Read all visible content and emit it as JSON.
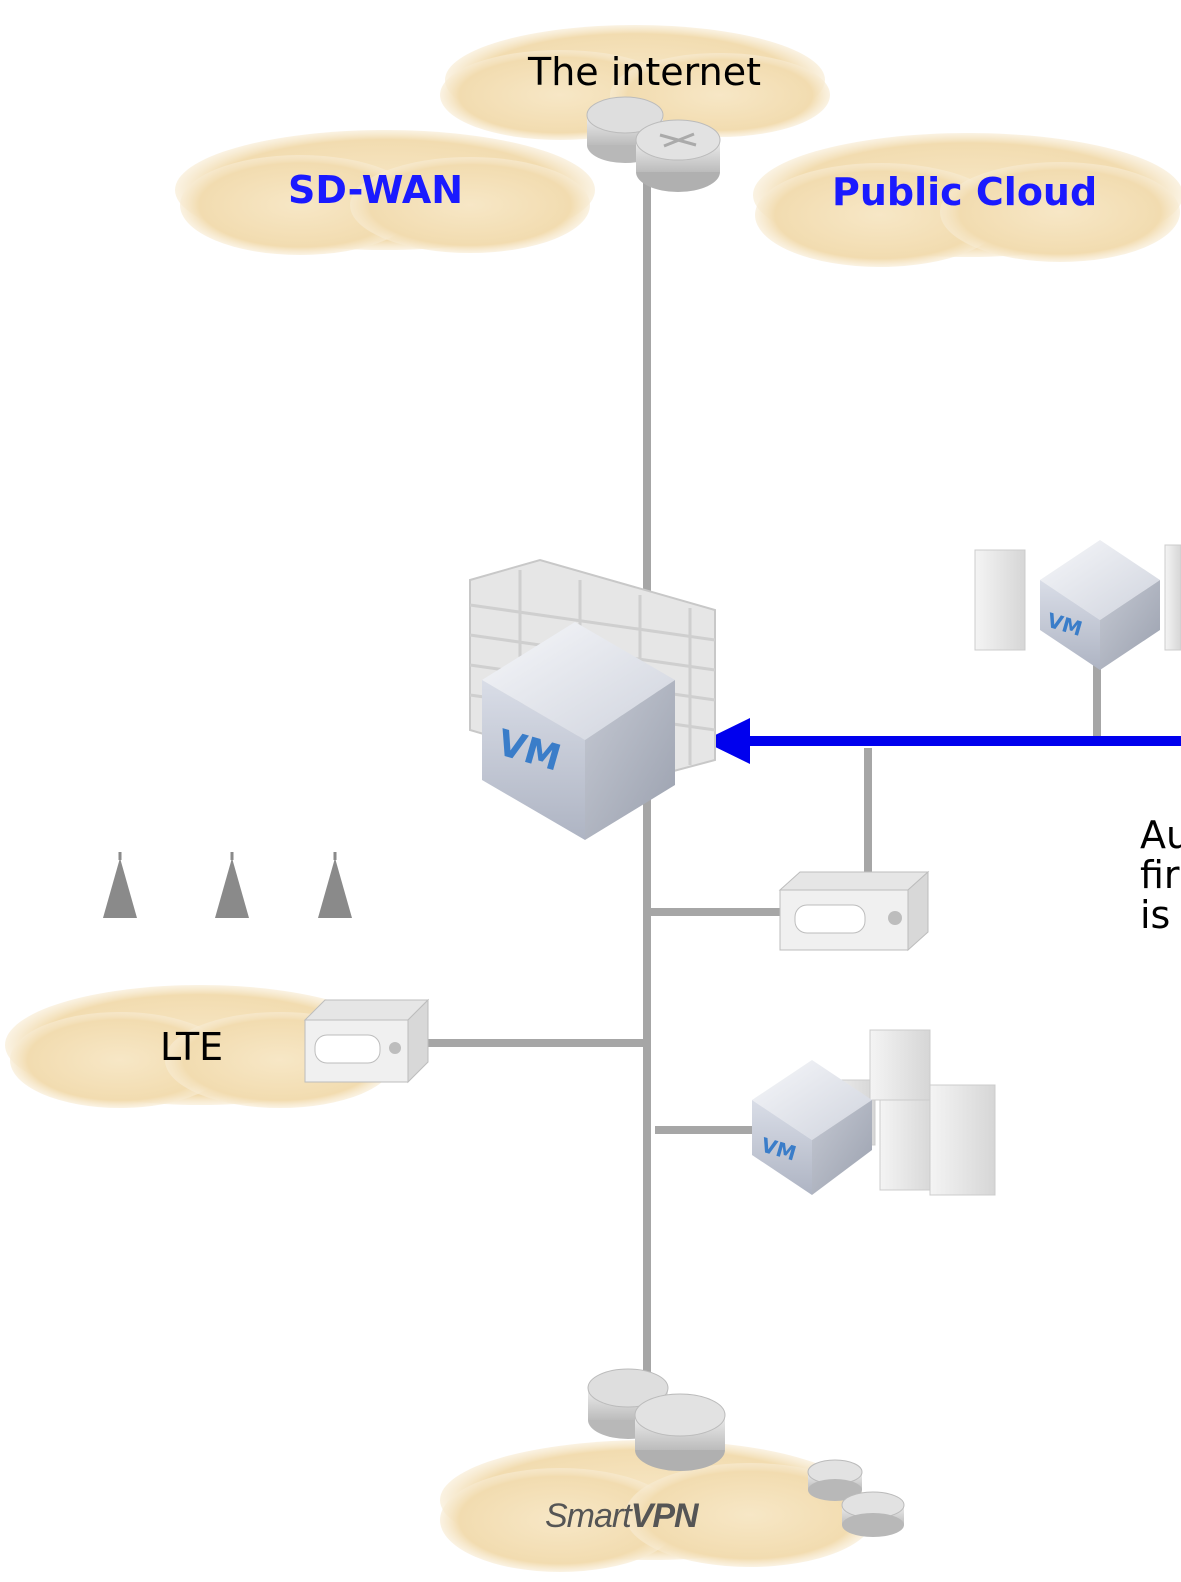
{
  "clouds": {
    "internet": "The internet",
    "sdwan": "SD-WAN",
    "public_cloud": "Public Cloud",
    "lte": "LTE",
    "smartvpn_prefix": "Smart",
    "smartvpn_suffix": "VPN"
  },
  "vm_label": "VM",
  "annotation": {
    "line1": "Au",
    "line2": "fir",
    "line3": "is"
  },
  "colors": {
    "cloud": "#f2dfb8",
    "link": "#a6a6a6",
    "arrow": "#0000ee",
    "accent_text": "#1a1aff"
  }
}
